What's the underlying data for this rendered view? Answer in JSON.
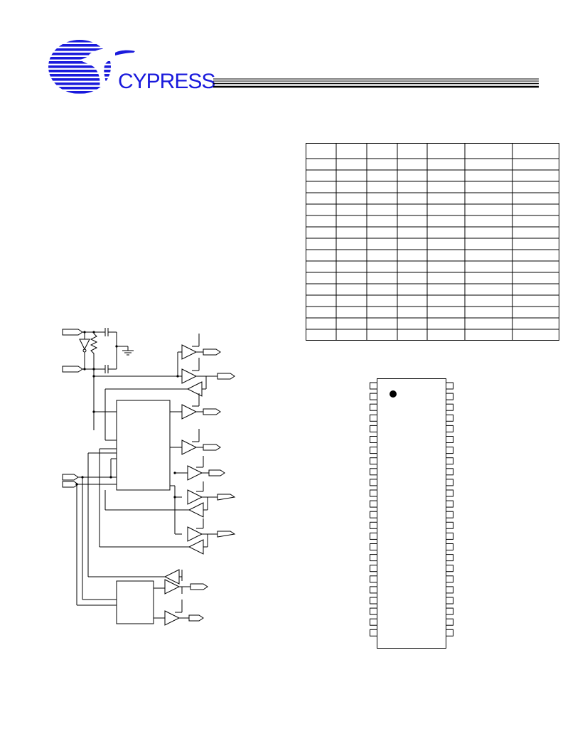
{
  "header": {
    "brand": "CYPRESS",
    "logo_icon": "cypress-tree-globe-logo"
  },
  "colors": {
    "brand_blue": "#1a1adc",
    "line_black": "#000000",
    "background": "#ffffff"
  },
  "freq_table": {
    "columns": 7,
    "rows": 17,
    "cells_text": []
  },
  "block_diagram": {
    "icon": "clock-generator-block-diagram"
  },
  "pin_package": {
    "pins_per_side": 24,
    "icon": "ssop-package-pinout"
  }
}
